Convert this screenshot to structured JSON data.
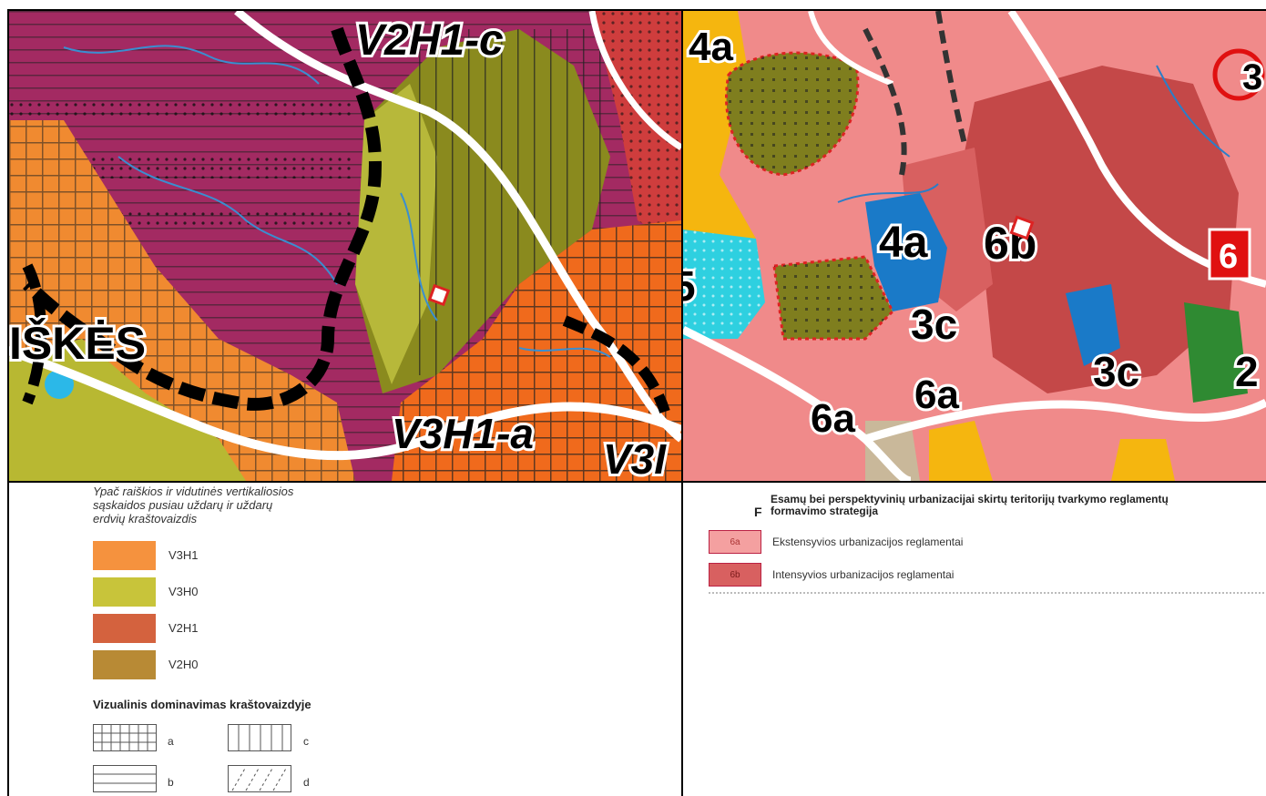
{
  "maps": {
    "left": {
      "labels": {
        "top_code": "V2H1-c",
        "bottom_code": "V3H1-a",
        "bottom_code_cut": "V3I",
        "place": "IŠKĖS"
      }
    },
    "right": {
      "labels": {
        "l_4a_top": "4a",
        "l_4a_mid": "4a",
        "l_6b": "6b",
        "l_6_box": "6",
        "l_5_cut": "5",
        "l_3c_left": "3c",
        "l_3c_right": "3c",
        "l_2_cut": "2",
        "l_6a_mid": "6a",
        "l_6a_left": "6a",
        "l_3_cut": "3"
      }
    }
  },
  "legend_left": {
    "title_lines": [
      "Ypač raiškios ir vidutinės vertikaliosios",
      "sąskaidos pusiau uždarų ir uždarų",
      "erdvių kraštovaizdis"
    ],
    "items": [
      {
        "label": "V3H1",
        "color": "#f5923e"
      },
      {
        "label": "V3H0",
        "color": "#c8c43a"
      },
      {
        "label": "V2H1",
        "color": "#d4623e"
      },
      {
        "label": "V2H0",
        "color": "#b88a35"
      }
    ],
    "dominance_title": "Vizualinis dominavimas kraštovaizdyje",
    "patterns": [
      {
        "label": "a"
      },
      {
        "label": "c"
      },
      {
        "label": "b"
      },
      {
        "label": "d"
      }
    ]
  },
  "legend_right": {
    "letter": "F",
    "title_lines": [
      "Esamų bei perspektyvinių urbanizacijai skirtų teritorijų tvarkymo reglamentų",
      "formavimo strategija"
    ],
    "items": [
      {
        "code": "6a",
        "label": "Ekstensyvios urbanizacijos reglamentai",
        "color": "#f4a0a0"
      },
      {
        "code": "6b",
        "label": "Intensyvios urbanizacijos reglamentai",
        "color": "#d86060"
      }
    ]
  }
}
